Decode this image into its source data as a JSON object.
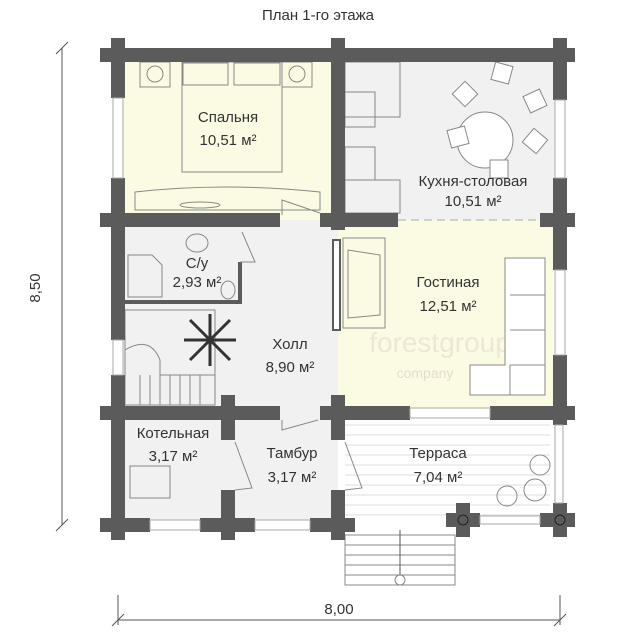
{
  "title": "План 1-го этажа",
  "dimensions": {
    "height": "8,50",
    "width": "8,00"
  },
  "rooms": {
    "bedroom": {
      "name": "Спальня",
      "area": "10,51 м²"
    },
    "kitchen": {
      "name": "Кухня-столовая",
      "area": "10,51 м²"
    },
    "bathroom": {
      "name": "С/у",
      "area": "2,93 м²"
    },
    "living": {
      "name": "Гостиная",
      "area": "12,51 м²"
    },
    "hall": {
      "name": "Холл",
      "area": "8,90 м²"
    },
    "boiler": {
      "name": "Котельная",
      "area": "3,17 м²"
    },
    "vestibule": {
      "name": "Тамбур",
      "area": "3,17 м²"
    },
    "terrace": {
      "name": "Терраса",
      "area": "7,04 м²"
    }
  },
  "watermark": {
    "brand": "forestgroup",
    "sub": "company"
  },
  "colors": {
    "wall": "#5b5b5b",
    "warm_room": "#fbfbe3",
    "cool_room": "#f1f1f1"
  }
}
